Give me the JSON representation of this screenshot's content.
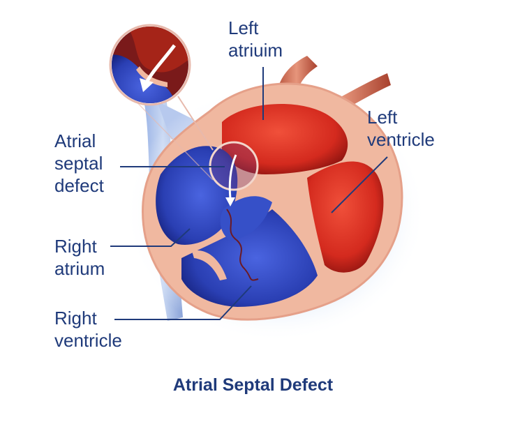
{
  "title": "Atrial Septal Defect",
  "labels": {
    "left_atrium": "Left\natriuim",
    "left_ventricle": "Left\nventricle",
    "atrial_septal_defect": "Atrial\nseptal\ndefect",
    "right_atrium": "Right\natrium",
    "right_ventricle": "Right\nventricle"
  },
  "colors": {
    "label_text": "#1f3a7a",
    "oxygenated": "#d42a1e",
    "deoxygenated": "#2a3fb3",
    "tissue": "#f0b8a0"
  }
}
